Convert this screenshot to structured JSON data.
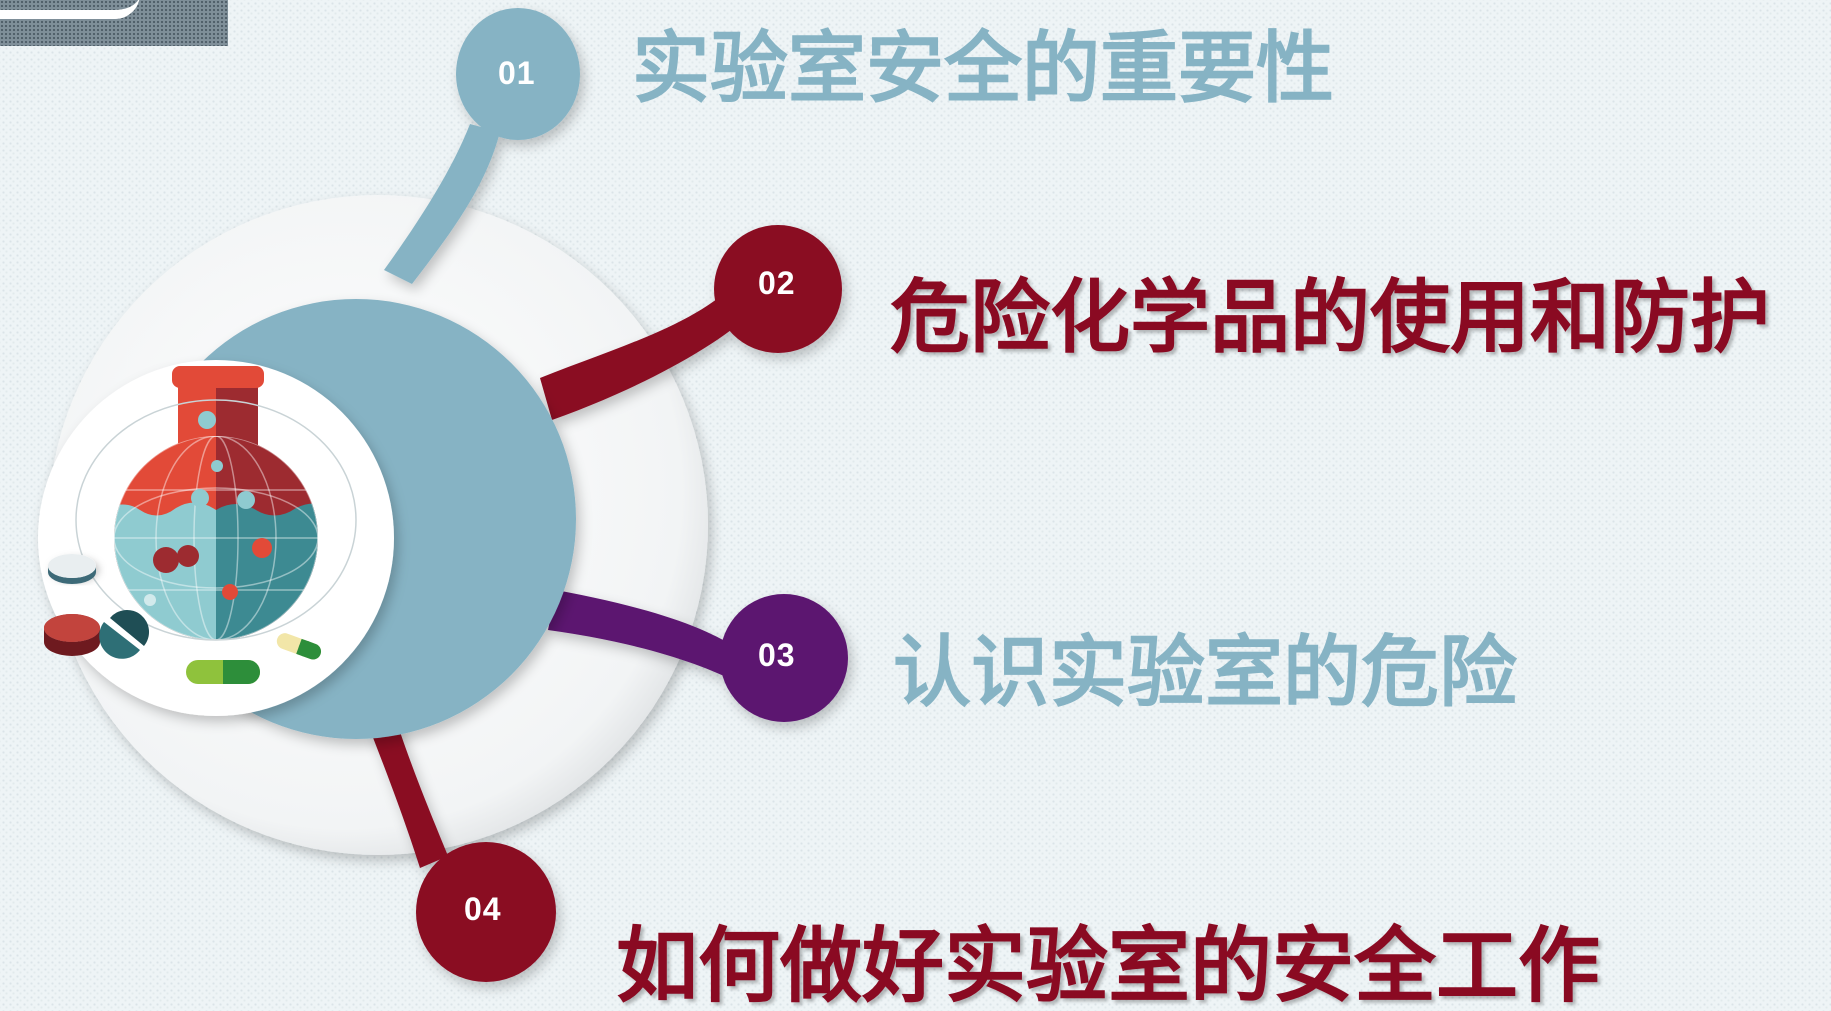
{
  "items": [
    {
      "number": "01",
      "title": "实验室安全的重要性",
      "color": "#86b3c4",
      "text_color": "#86b3c4"
    },
    {
      "number": "02",
      "title": "危险化学品的使用和防护",
      "color": "#8a0a22",
      "text_color": "#8a0a22"
    },
    {
      "number": "03",
      "title": "认识实验室的危险",
      "color": "#5c1470",
      "text_color": "#86b3c4"
    },
    {
      "number": "04",
      "title": "如何做好实验室的安全工作",
      "color": "#8a0a22",
      "text_color": "#8a0a22"
    }
  ],
  "palette": {
    "hub": "#86b3c4",
    "flask_red": "#e24a38",
    "flask_dark_red": "#9d2b30",
    "flask_teal": "#3d8a92",
    "flask_light_teal": "#8fcbd0"
  }
}
